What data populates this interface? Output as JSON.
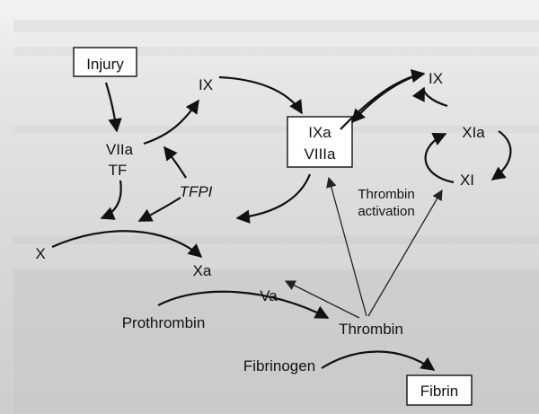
{
  "nodes": {
    "injury": "Injury",
    "ix_left": "IX",
    "viia": "VIIa",
    "tf": "TF",
    "tfpi": "TFPI",
    "ixa": "IXa",
    "viiia": "VIIIa",
    "ix_right": "IX",
    "xia": "XIa",
    "xi": "XI",
    "thrombin_activation_1": "Thrombin",
    "thrombin_activation_2": "activation",
    "x": "X",
    "xa": "Xa",
    "va": "Va",
    "prothrombin": "Prothrombin",
    "thrombin": "Thrombin",
    "fibrinogen": "Fibrinogen",
    "fibrin": "Fibrin"
  },
  "colors": {
    "ink": "#111111",
    "page_top": "#f2f2f2",
    "page_bottom": "#cdcdcd",
    "box_fill": "#ffffff"
  }
}
